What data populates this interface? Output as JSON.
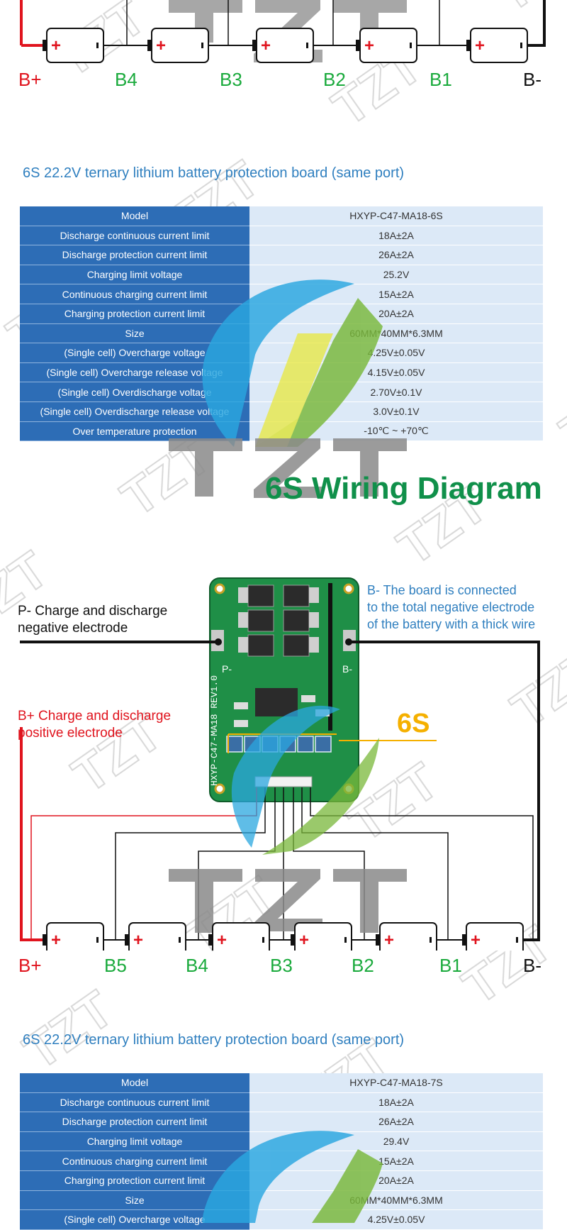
{
  "watermark": {
    "logo_text": "TZT"
  },
  "top_diagram": {
    "labels": [
      "B+",
      "B4",
      "B3",
      "B2",
      "B1",
      "B-"
    ]
  },
  "section1": {
    "subtitle": "6S 22.2V ternary lithium battery protection board (same port)",
    "rows": [
      {
        "key": "Model",
        "value": "HXYP-C47-MA18-6S"
      },
      {
        "key": "Discharge continuous current limit",
        "value": "18A±2A"
      },
      {
        "key": "Discharge protection current limit",
        "value": "26A±2A"
      },
      {
        "key": "Charging limit voltage",
        "value": "25.2V"
      },
      {
        "key": "Continuous charging current limit",
        "value": "15A±2A"
      },
      {
        "key": "Charging protection current limit",
        "value": "20A±2A"
      },
      {
        "key": "Size",
        "value": "60MM*40MM*6.3MM"
      },
      {
        "key": "(Single cell) Overcharge voltage",
        "value": "4.25V±0.05V"
      },
      {
        "key": "(Single cell) Overcharge release voltage",
        "value": "4.15V±0.05V"
      },
      {
        "key": "(Single cell) Overdischarge voltage",
        "value": "2.70V±0.1V"
      },
      {
        "key": "(Single cell) Overdischarge release voltage",
        "value": "3.0V±0.1V"
      },
      {
        "key": "Over temperature protection",
        "value": "-10℃ ~ +70℃"
      }
    ]
  },
  "wiring": {
    "heading": "6S Wiring Diagram",
    "p_minus_note": [
      "P- Charge and discharge",
      "negative electrode"
    ],
    "b_minus_note": [
      "B- The board is connected",
      "to the total negative electrode",
      "of the battery with a thick wire"
    ],
    "b_plus_note": [
      "B+ Charge and discharge",
      "positive electrode"
    ],
    "cell_count": "6S",
    "board": {
      "silk_model": "HXYP-C47-MA18",
      "silk_rev": "REV1.0",
      "pad_p": "P-",
      "pad_b": "B-"
    },
    "labels": [
      "B+",
      "B5",
      "B4",
      "B3",
      "B2",
      "B1",
      "B-"
    ]
  },
  "section2": {
    "subtitle": "6S 22.2V ternary lithium battery protection board (same port)",
    "rows": [
      {
        "key": "Model",
        "value": "HXYP-C47-MA18-7S"
      },
      {
        "key": "Discharge continuous current limit",
        "value": "18A±2A"
      },
      {
        "key": "Discharge protection current limit",
        "value": "26A±2A"
      },
      {
        "key": "Charging limit voltage",
        "value": "29.4V"
      },
      {
        "key": "Continuous charging current limit",
        "value": "15A±2A"
      },
      {
        "key": "Charging protection current limit",
        "value": "20A±2A"
      },
      {
        "key": "Size",
        "value": "60MM*40MM*6.3MM"
      },
      {
        "key": "(Single cell) Overcharge voltage",
        "value": "4.25V±0.05V"
      }
    ]
  },
  "colors": {
    "red": "#e0141e",
    "green": "#1aaa3c",
    "blue_text": "#2f7fbf",
    "table_key_bg": "#2d6db6",
    "table_val_bg": "#dce9f7",
    "heading_green": "#10904a",
    "accent_yellow": "#f5b000"
  }
}
